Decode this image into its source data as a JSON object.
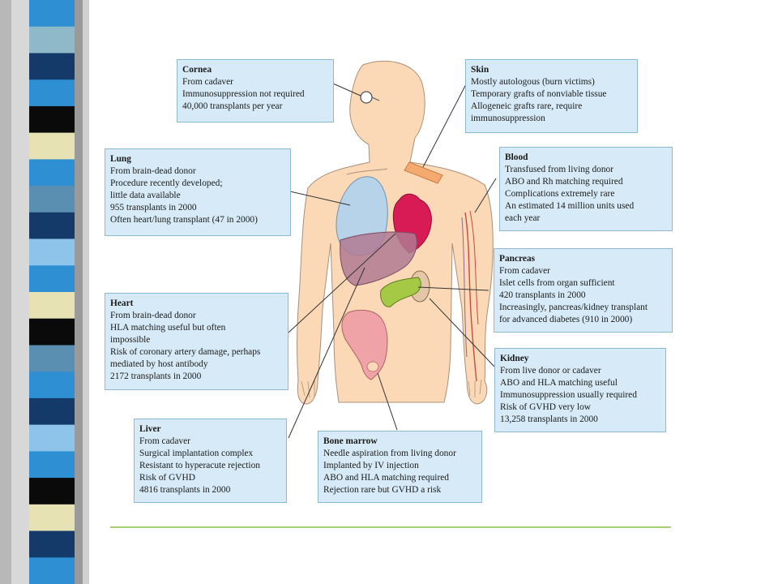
{
  "colors": {
    "box_fill": "#d6ebf7",
    "box_border": "#8fb8d4",
    "body_fill": "#fcd9b6",
    "accent_line": "#a6cf77",
    "heart": "#d81b55",
    "lung": "#b6d3ea",
    "liver": "#b07a93",
    "pancreas": "#a5c945",
    "bone": "#f0a3a6",
    "skin": "#f4a96e"
  },
  "strip": {
    "colors": [
      "#2e8fd2",
      "#8fb8c9",
      "#143a6a",
      "#2e8fd2",
      "#0a0a0a",
      "#e6e2b4",
      "#2e8fd2",
      "#5a8fb2",
      "#143a6a",
      "#8fc4ea",
      "#2e8fd2",
      "#e6e2b4",
      "#0a0a0a",
      "#5a8fb2",
      "#2e8fd2",
      "#143a6a",
      "#8fc4ea",
      "#2e8fd2",
      "#0a0a0a",
      "#e6e2b4",
      "#143a6a",
      "#2e8fd2"
    ]
  },
  "boxes": {
    "cornea": {
      "title": "Cornea",
      "lines": [
        "From cadaver",
        "Immunosuppression not required",
        "40,000 transplants per year"
      ]
    },
    "skin": {
      "title": "Skin",
      "lines": [
        "Mostly autologous (burn victims)",
        "Temporary grafts of nonviable tissue",
        "Allogeneic grafts rare, require",
        "immunosuppression"
      ]
    },
    "lung": {
      "title": "Lung",
      "lines": [
        "From brain-dead donor",
        "Procedure recently developed;",
        "little data available",
        "955 transplants in 2000",
        "Often heart/lung transplant (47 in 2000)"
      ]
    },
    "blood": {
      "title": "Blood",
      "lines": [
        "Transfused from living donor",
        "ABO and Rh matching required",
        "Complications extremely rare",
        "An estimated 14 million units used",
        "each year"
      ]
    },
    "pancreas": {
      "title": "Pancreas",
      "lines": [
        "From cadaver",
        "Islet cells from organ sufficient",
        "420 transplants in 2000",
        "Increasingly, pancreas/kidney transplant",
        "for advanced diabetes (910 in 2000)"
      ]
    },
    "heart": {
      "title": "Heart",
      "lines": [
        "From brain-dead donor",
        "HLA matching useful but often",
        "impossible",
        "Risk of coronary artery damage, perhaps",
        "mediated by host antibody",
        "2172 transplants in 2000"
      ]
    },
    "kidney": {
      "title": "Kidney",
      "lines": [
        "From live donor or cadaver",
        "ABO and HLA matching useful",
        "Immunosuppression usually required",
        "Risk of GVHD very low",
        "13,258 transplants in 2000"
      ]
    },
    "liver": {
      "title": "Liver",
      "lines": [
        "From cadaver",
        "Surgical implantation complex",
        "Resistant to hyperacute rejection",
        "Risk of GVHD",
        "4816 transplants in 2000"
      ]
    },
    "marrow": {
      "title": "Bone marrow",
      "lines": [
        "Needle aspiration from living donor",
        "Implanted by IV injection",
        "ABO and HLA matching required",
        "Rejection rare but GVHD a risk"
      ]
    }
  }
}
